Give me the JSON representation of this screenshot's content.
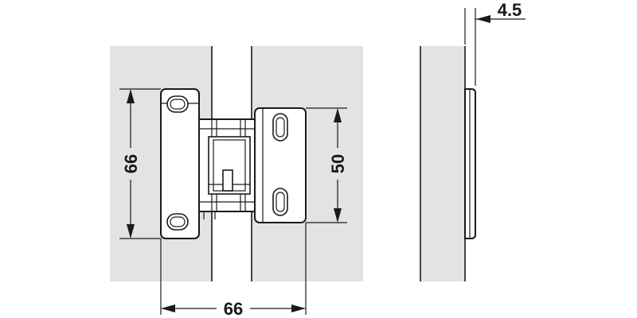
{
  "dimensions": {
    "left_leaf_height": "66",
    "right_leaf_height": "50",
    "overall_width": "66",
    "side_offset": "4.5"
  },
  "colors": {
    "panel": "#e3e3e3",
    "line": "#1a1a1a",
    "background": "#ffffff"
  }
}
